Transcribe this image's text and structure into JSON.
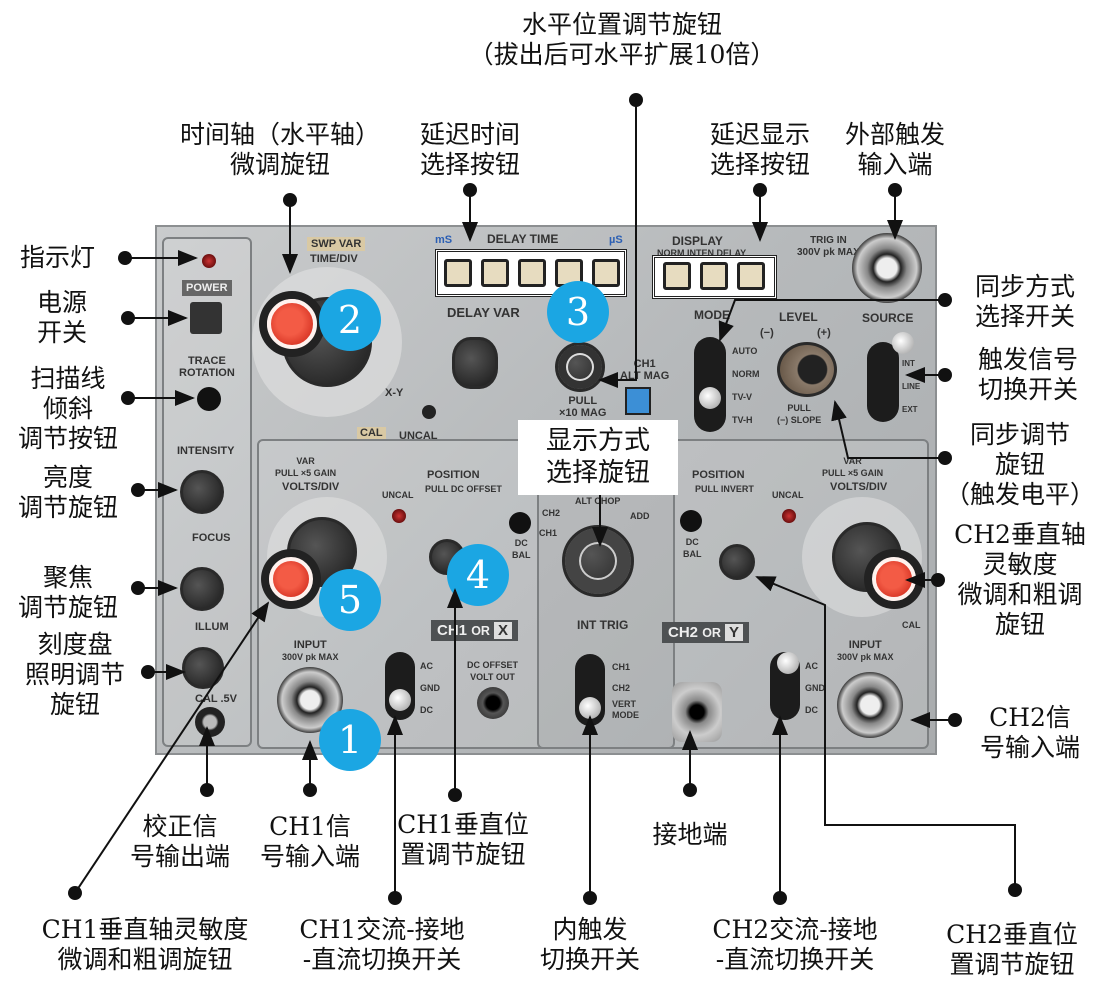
{
  "callouts": {
    "h_position": [
      "水平位置调节旋钮",
      "（拔出后可水平扩展10倍）"
    ],
    "time_var": [
      "时间轴（水平轴）",
      "微调旋钮"
    ],
    "delay_time": [
      "延迟时间",
      "选择按钮"
    ],
    "delay_display": [
      "延迟显示",
      "选择按钮"
    ],
    "ext_trig": [
      "外部触发",
      "输入端"
    ],
    "indicator": [
      "指示灯"
    ],
    "power": [
      "电源",
      "开关"
    ],
    "trace_rot": [
      "扫描线",
      "倾斜",
      "调节按钮"
    ],
    "intensity": [
      "亮度",
      "调节旋钮"
    ],
    "focus": [
      "聚焦",
      "调节旋钮"
    ],
    "illum": [
      "刻度盘",
      "照明调节",
      "旋钮"
    ],
    "cal_out": [
      "校正信",
      "号输出端"
    ],
    "ch1_input": [
      "CH1信",
      "号输入端"
    ],
    "ch1_pos": [
      "CH1垂直位",
      "置调节旋钮"
    ],
    "ground": [
      "接地端"
    ],
    "ch1_volts": [
      "CH1垂直轴灵敏度",
      "微调和粗调旋钮"
    ],
    "ch1_coupling": [
      "CH1交流-接地",
      "-直流切换开关"
    ],
    "int_trig": [
      "内触发",
      "切换开关"
    ],
    "ch2_coupling": [
      "CH2交流-接地",
      "-直流切换开关"
    ],
    "ch2_pos": [
      "CH2垂直位",
      "置调节旋钮"
    ],
    "sync_mode": [
      "同步方式",
      "选择开关"
    ],
    "trig_source": [
      "触发信号",
      "切换开关"
    ],
    "sync_level": [
      "同步调节",
      "旋钮",
      "（触发电平）"
    ],
    "ch2_volts": [
      "CH2垂直轴",
      "灵敏度",
      "微调和粗调",
      "旋钮"
    ],
    "ch2_input": [
      "CH2信",
      "号输入端"
    ],
    "vert_mode": [
      "显示方式",
      "选择旋钮"
    ]
  },
  "numbers": [
    "1",
    "2",
    "3",
    "4",
    "5"
  ],
  "panel": {
    "swp_var": "SWP VAR",
    "time_div": "TIME/DIV",
    "power": "POWER",
    "trace_rotation": [
      "TRACE",
      "ROTATION"
    ],
    "intensity": "INTENSITY",
    "focus": "FOCUS",
    "illum": "ILLUM",
    "cal": "CAL .5V",
    "delay_time": "DELAY TIME",
    "ms": "mS",
    "us": "µS",
    "delay_var": "DELAY VAR",
    "pull_mag": [
      "PULL",
      "×10 MAG"
    ],
    "alt_mag": [
      "CH1",
      "ALT MAG"
    ],
    "display": "DISPLAY",
    "display_opts": "NORM INTEN DELAY",
    "trig_in": [
      "TRIG IN",
      "300V pk MAX"
    ],
    "mode": "MODE",
    "mode_opts": [
      "AUTO",
      "NORM",
      "TV-V",
      "TV-H"
    ],
    "level": "LEVEL",
    "level_minus": "(−)",
    "level_plus": "(+)",
    "pull_slope": [
      "PULL",
      "(−) SLOPE"
    ],
    "source": "SOURCE",
    "source_opts": [
      "INT",
      "LINE",
      "EXT"
    ],
    "time_cal": "CAL",
    "uncal": "UNCAL",
    "xy": "X-Y",
    "var_gain": [
      "VAR",
      "PULL ×5 GAIN"
    ],
    "volts_div": "VOLTS/DIV",
    "position": "POSITION",
    "pull_dc_offset": "PULL DC OFFSET",
    "pull_invert": "PULL INVERT",
    "dc_bal": [
      "DC",
      "BAL"
    ],
    "ch1_tag": "CH1",
    "ch2_tag": "CH2",
    "or": "OR",
    "x": "X",
    "y": "Y",
    "input": [
      "INPUT",
      "300V pk MAX"
    ],
    "coupling": [
      "AC",
      "GND",
      "DC"
    ],
    "dc_offset_out": [
      "DC OFFSET",
      "VOLT OUT"
    ],
    "int_trig": "INT TRIG",
    "int_trig_opts": [
      "CH1",
      "CH2",
      "VERT MODE"
    ],
    "vmode_opts": [
      "CH1",
      "CH2",
      "ALT",
      "CHOP",
      "ADD"
    ],
    "ch_cal": "CAL"
  }
}
